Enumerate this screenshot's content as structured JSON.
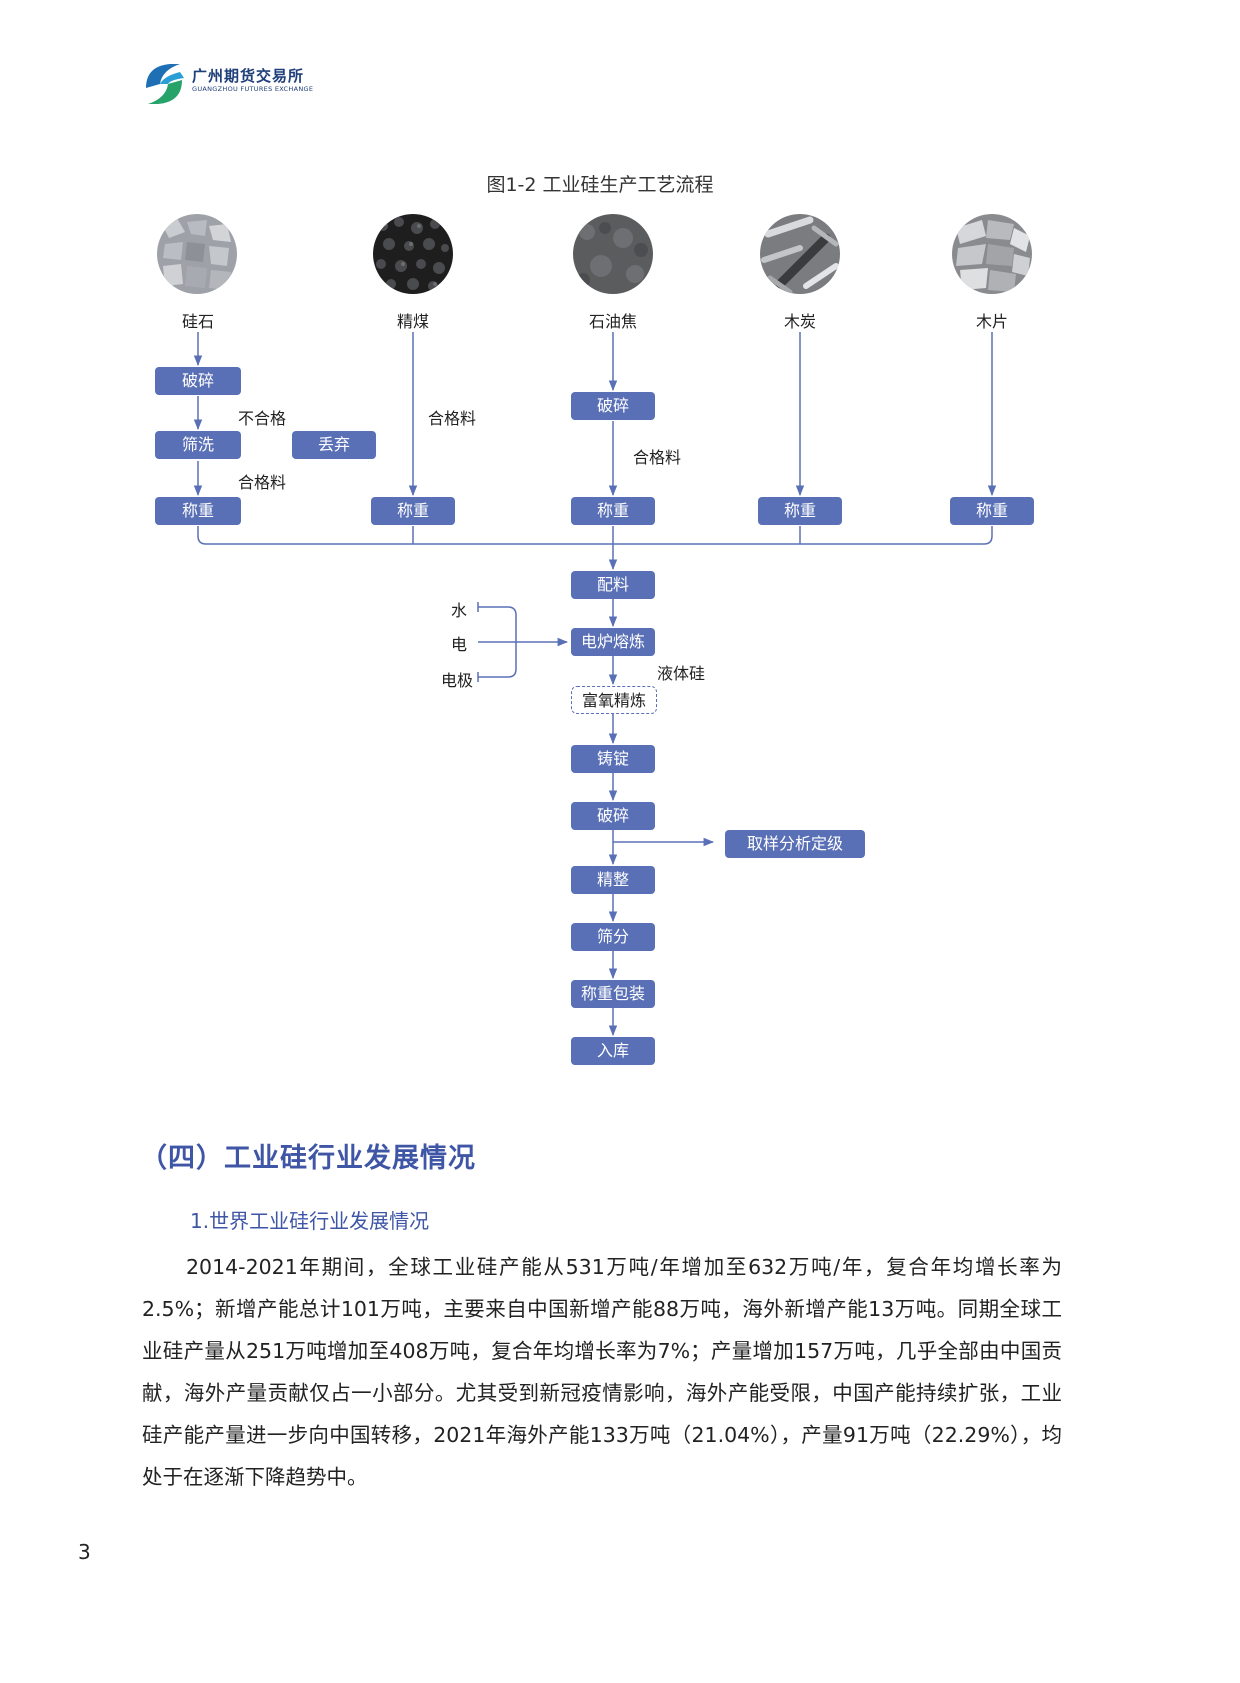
{
  "header": {
    "logo_cn": "广州期货交易所",
    "logo_en": "GUANGZHOU FUTURES EXCHANGE"
  },
  "figure": {
    "title": "图1-2 工业硅生产工艺流程",
    "materials": [
      "硅石",
      "精煤",
      "石油焦",
      "木炭",
      "木片"
    ],
    "boxes": {
      "silica_crush": "破碎",
      "silica_wash": "筛洗",
      "discard": "丢弃",
      "weigh1": "称重",
      "weigh2": "称重",
      "coke_crush": "破碎",
      "weigh3": "称重",
      "weigh4": "称重",
      "weigh5": "称重",
      "batching": "配料",
      "smelting": "电炉熔炼",
      "refining": "富氧精炼",
      "casting": "铸锭",
      "crush_final": "破碎",
      "sampling": "取样分析定级",
      "finishing": "精整",
      "screening": "筛分",
      "packing": "称重包装",
      "storage": "入库"
    },
    "notes": {
      "unqualified": "不合格",
      "qualified1": "合格料",
      "qualified2": "合格料",
      "qualified3": "合格料",
      "water": "水",
      "electricity": "电",
      "electrode": "电极",
      "liquid_silicon": "液体硅"
    }
  },
  "section": {
    "title": "（四）工业硅行业发展情况",
    "subtitle": "1.世界工业硅行业发展情况",
    "paragraph": "2014-2021年期间，全球工业硅产能从531万吨/年增加至632万吨/年，复合年均增长率为2.5%；新增产能总计101万吨，主要来自中国新增产能88万吨，海外新增产能13万吨。同期全球工业硅产量从251万吨增加至408万吨，复合年均增长率为7%；产量增加157万吨，几乎全部由中国贡献，海外产量贡献仅占一小部分。尤其受到新冠疫情影响，海外产能受限，中国产能持续扩张，工业硅产能产量进一步向中国转移，2021年海外产能133万吨（21.04%），产量91万吨（22.29%），均处于在逐渐下降趋势中。"
  },
  "page_number": "3",
  "colors": {
    "accent": "#5a70b6",
    "heading": "#3f56a6"
  }
}
